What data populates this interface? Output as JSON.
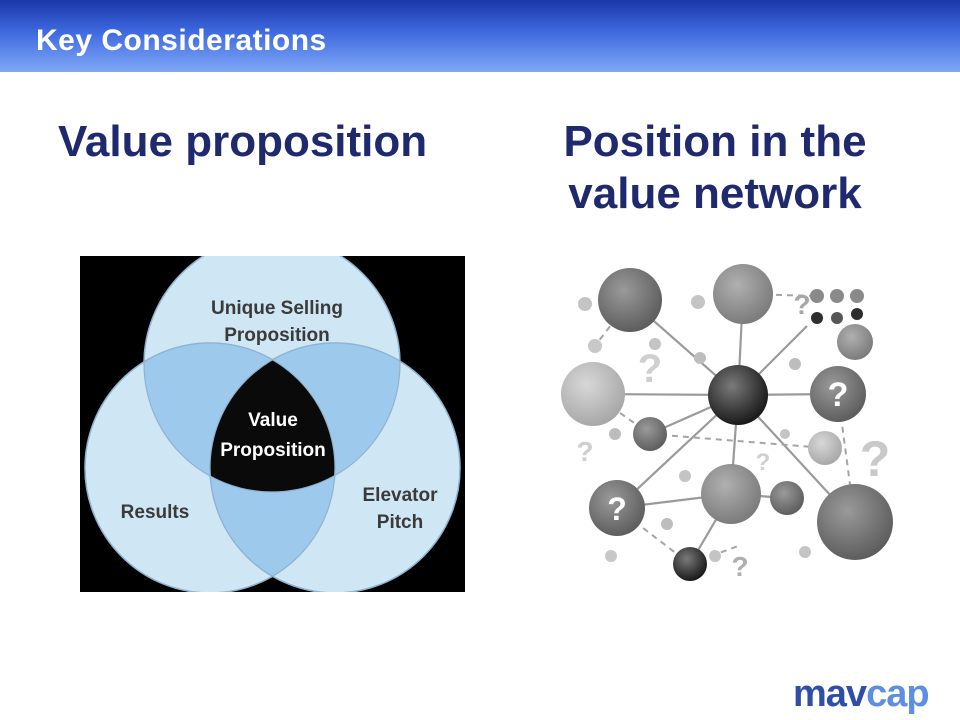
{
  "header": {
    "title": "Key Considerations"
  },
  "left": {
    "title": "Value proposition"
  },
  "right": {
    "title_line1": "Position in the",
    "title_line2": "value network"
  },
  "venn": {
    "top_label_line1": "Unique Selling",
    "top_label_line2": "Proposition",
    "center_label_line1": "Value",
    "center_label_line2": "Proposition",
    "left_label": "Results",
    "right_label_line1": "Elevator",
    "right_label_line2": "Pitch"
  },
  "logo": {
    "part1": "mav",
    "part2": "cap"
  },
  "colors": {
    "header_blue": "#1a36a8",
    "title_navy": "#1f2a6e",
    "venn_light": "#cfe6f5",
    "venn_mid": "#9cc9ec"
  }
}
